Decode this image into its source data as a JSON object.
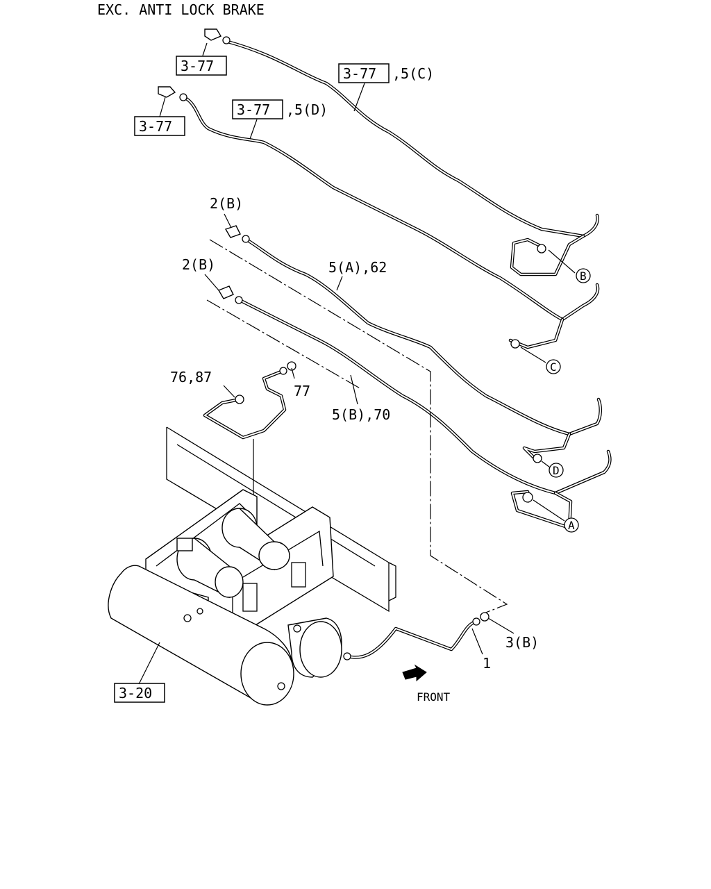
{
  "header": {
    "title": "EXC. ANTI LOCK BRAKE"
  },
  "refs": {
    "ref_top_a": "3-77",
    "ref_top_b": "3-77",
    "ref_pipe_c_box": "3-77",
    "ref_pipe_c_suffix": ",5(C)",
    "ref_pipe_d_box": "3-77",
    "ref_pipe_d_suffix": ",5(D)",
    "ref_tank": "3-20"
  },
  "callouts": {
    "conn_2b_upper": "2(B)",
    "conn_2b_lower": "2(B)",
    "pipe_5a": "5(A),62",
    "pipe_5b": "5(B),70",
    "pipe_76": "76,87",
    "nut_77": "77",
    "nut_3b": "3(B)",
    "pipe_1": "1",
    "front": "FRONT"
  },
  "markers": {
    "a": "A",
    "b": "B",
    "c": "C",
    "d": "D"
  },
  "icons": {
    "front_arrow": "front-arrow-icon"
  }
}
